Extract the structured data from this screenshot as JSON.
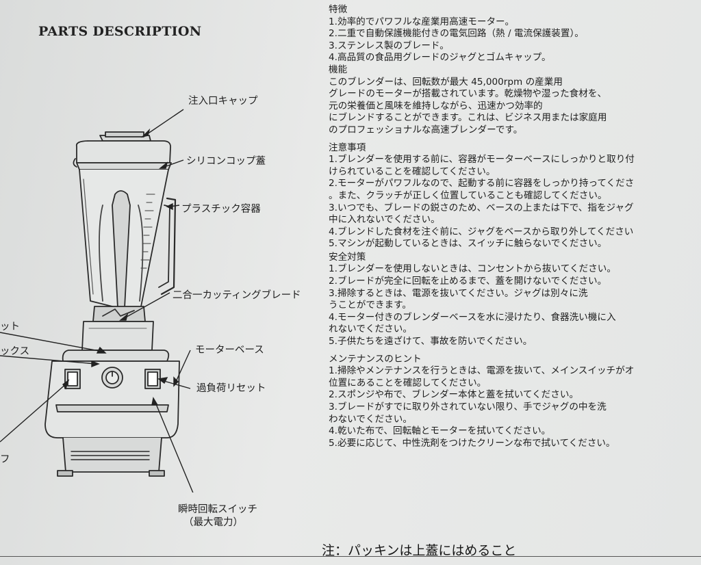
{
  "heading": "PARTS DESCRIPTION",
  "labels": {
    "lid_cap": "注入口キャップ",
    "silicone_lid": "シリコンコップ蓋",
    "container": "プラスチック容器",
    "blade": "二合一カッティングブレード",
    "motor_base": "モーターベース",
    "overload_reset": "過負荷リセット",
    "pulse_switch_1": "瞬時回転スイッチ",
    "pulse_switch_2": "（最大電力）",
    "cut_left_1": "ット",
    "cut_left_2": "ックス",
    "cut_left_3": "フ"
  },
  "features": {
    "title": "特徴",
    "items": [
      "1.効率的でパワフルな産業用高速モーター。",
      "2.二重で自動保護機能付きの電気回路（熱 / 電流保護装置）。",
      "3.ステンレス製のブレード。",
      "4.高品質の食品用グレードのジャグとゴムキャップ。"
    ]
  },
  "function": {
    "title": "機能",
    "lines": [
      "このブレンダーは、回転数が最大 45,000rpm の産業用",
      "グレードのモーターが搭載されています。乾燥物や湿った食材を、",
      "元の栄養価と風味を維持しながら、迅速かつ効率的",
      "にブレンドすることができます。これは、ビジネス用または家庭用",
      "のプロフェッショナルな高速ブレンダーです。"
    ]
  },
  "caution": {
    "title": "注意事項",
    "lines": [
      "1.ブレンダーを使用する前に、容器がモーターベースにしっかりと取り付",
      "けられていることを確認してください。",
      "2.モーターがパワフルなので、起動する前に容器をしっかり持ってくださ",
      "。また、クラッチが正しく位置していることも確認してください。",
      "3.いつでも、ブレードの鋭さのため、ベースの上または下で、指をジャグ",
      "中に入れないでください。",
      "4.ブレンドした食材を注ぐ前に、ジャグをベースから取り外してください",
      "5.マシンが起動しているときは、スイッチに触らないでください。"
    ]
  },
  "safety": {
    "title": "安全対策",
    "lines": [
      "1.ブレンダーを使用しないときは、コンセントから抜いてください。",
      "2.ブレードが完全に回転を止めるまで、蓋を開けないでください。",
      "3.掃除するときは、電源を抜いてください。ジャグは別々に洗",
      "うことができます。",
      "4.モーター付きのブレンダーベースを水に浸けたり、食器洗い機に入",
      "れないでください。",
      "5.子供たちを遠ざけて、事故を防いでください。"
    ]
  },
  "maintenance": {
    "title": "メンテナンスのヒント",
    "lines": [
      "1.掃除やメンテナンスを行うときは、電源を抜いて、メインスイッチがオ",
      "位置にあることを確認してください。",
      "2.スポンジや布で、ブレンダー本体と蓋を拭いてください。",
      "3.ブレードがすでに取り外されていない限り、手でジャグの中を洗",
      "わないでください。",
      "4.乾いた布で、回転軸とモーターを拭いてください。",
      "5.必要に応じて、中性洗剤をつけたクリーンな布で拭いてください。"
    ]
  },
  "note": "注：パッキンは上蓋にはめること"
}
